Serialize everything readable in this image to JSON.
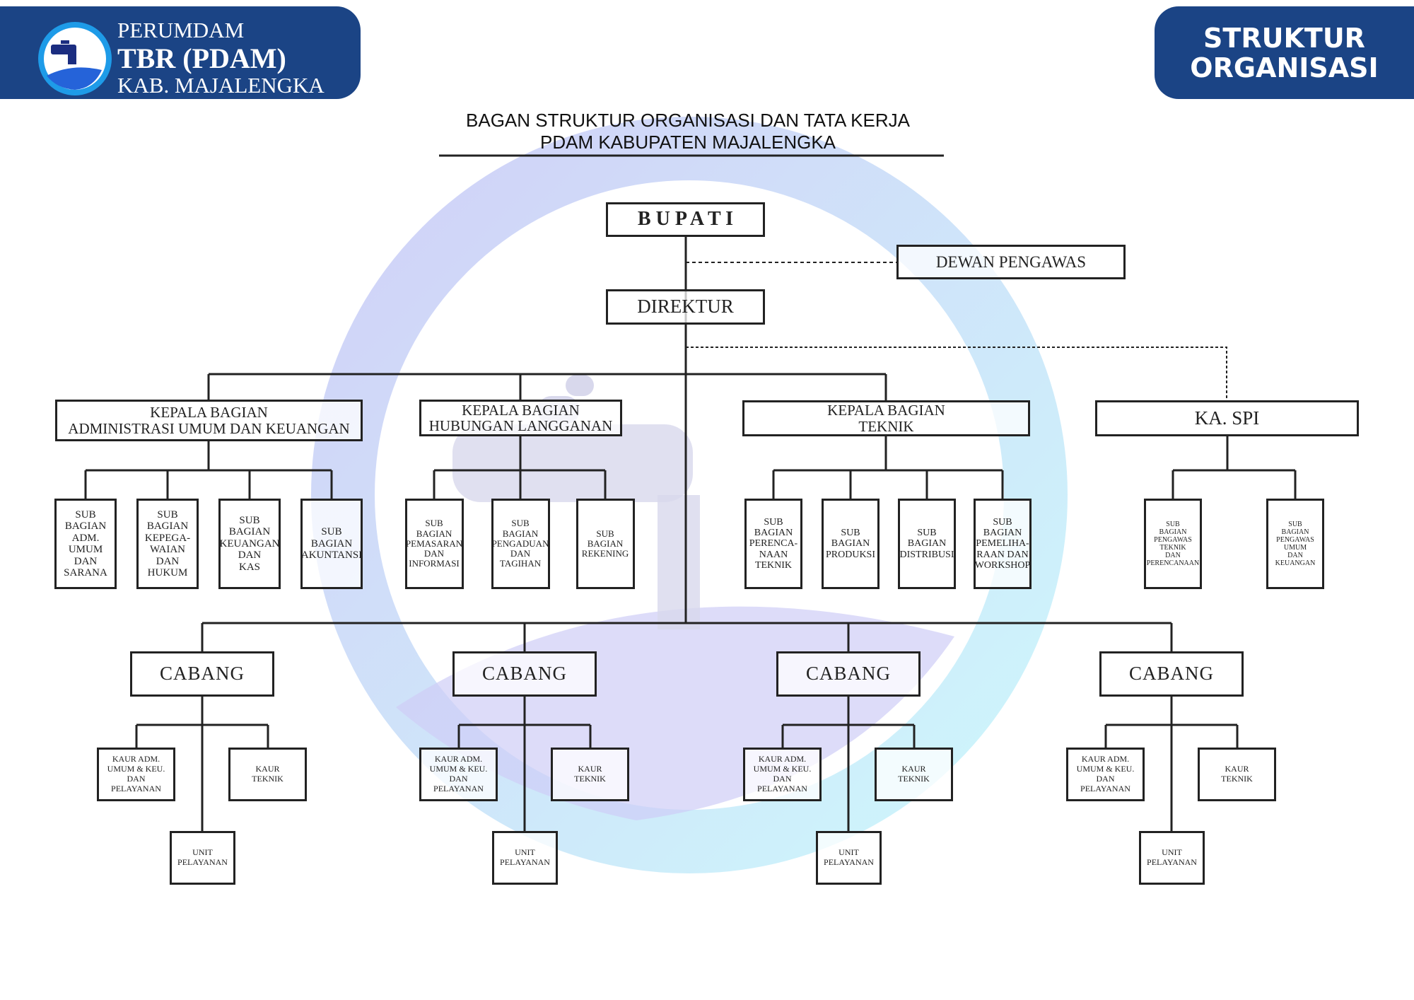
{
  "header": {
    "brand_line1": "PERUMDAM",
    "brand_line2": "TBR (PDAM)",
    "brand_line3": "KAB. MAJALENGKA",
    "page_label": "STRUKTUR\nORGANISASI",
    "colors": {
      "brand_blue": "#1b4485",
      "watermark_purple": "#c9c8f6",
      "watermark_cyan": "#c4f6fb"
    },
    "logo_icon": "water-faucet-logo"
  },
  "chart": {
    "title_line1": "BAGAN STRUKTUR ORGANISASI DAN TATA KERJA",
    "title_line2": "PDAM KABUPATEN MAJALENGKA",
    "bupati": "B U P A T I",
    "dewan": "DEWAN PENGAWAS",
    "direktur": "DIREKTUR",
    "departments": [
      {
        "label": "KEPALA BAGIAN\nADMINISTRASI UMUM DAN KEUANGAN",
        "subs": [
          "SUB\nBAGIAN\nADM. UMUM\nDAN\nSARANA",
          "SUB\nBAGIAN\nKEPEGA-\nWAIAN DAN\nHUKUM",
          "SUB\nBAGIAN\nKEUANGAN\nDAN\nKAS",
          "SUB\nBAGIAN\nAKUNTANSI"
        ]
      },
      {
        "label": "KEPALA BAGIAN\nHUBUNGAN LANGGANAN",
        "subs": [
          "SUB\nBAGIAN\nPEMASARAN\nDAN\nINFORMASI",
          "SUB\nBAGIAN\nPENGADUAN\nDAN\nTAGIHAN",
          "SUB\nBAGIAN\nREKENING"
        ]
      },
      {
        "label": "KEPALA BAGIAN\nTEKNIK",
        "subs": [
          "SUB\nBAGIAN\nPERENCA-\nNAAN\nTEKNIK",
          "SUB\nBAGIAN\nPRODUKSI",
          "SUB\nBAGIAN\nDISTRIBUSI",
          "SUB\nBAGIAN\nPEMELIHA-\nRAAN DAN\nWORKSHOP"
        ]
      },
      {
        "label": "KA. SPI",
        "subs": [
          "SUB\nBAGIAN\nPENGAWAS\nTEKNIK\nDAN\nPERENCANAAN",
          "SUB\nBAGIAN\nPENGAWAS\nUMUM\nDAN\nKEUANGAN"
        ]
      }
    ],
    "branches": [
      {
        "label": "CABANG",
        "kaur_adm": "KAUR ADM.\nUMUM & KEU.\nDAN\nPELAYANAN",
        "kaur_teknik": "KAUR\nTEKNIK",
        "unit": "UNIT\nPELAYANAN"
      },
      {
        "label": "CABANG",
        "kaur_adm": "KAUR ADM.\nUMUM & KEU.\nDAN\nPELAYANAN",
        "kaur_teknik": "KAUR\nTEKNIK",
        "unit": "UNIT\nPELAYANAN"
      },
      {
        "label": "CABANG",
        "kaur_adm": "KAUR ADM.\nUMUM & KEU.\nDAN\nPELAYANAN",
        "kaur_teknik": "KAUR\nTEKNIK",
        "unit": "UNIT\nPELAYANAN"
      },
      {
        "label": "CABANG",
        "kaur_adm": "KAUR ADM.\nUMUM & KEU.\nDAN\nPELAYANAN",
        "kaur_teknik": "KAUR\nTEKNIK",
        "unit": "UNIT\nPELAYANAN"
      }
    ]
  }
}
